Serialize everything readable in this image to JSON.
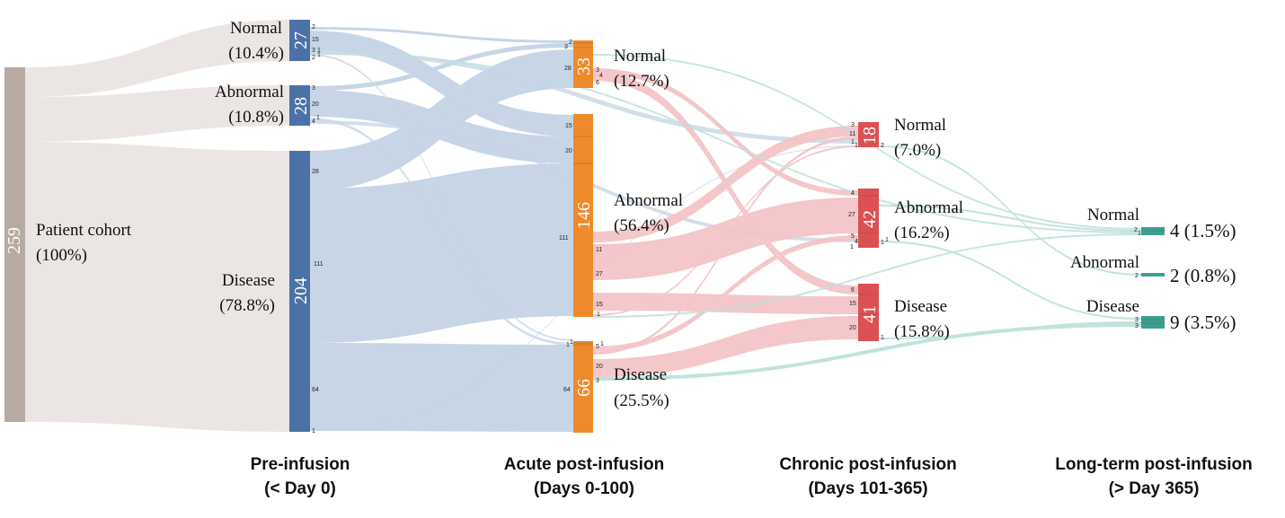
{
  "stages": [
    {
      "id": "pre",
      "line1": "Pre-infusion",
      "line2": "(< Day 0)"
    },
    {
      "id": "acute",
      "line1": "Acute post-infusion",
      "line2": "(Days 0-100)"
    },
    {
      "id": "chronic",
      "line1": "Chronic post-infusion",
      "line2": "(Days 101-365)"
    },
    {
      "id": "long",
      "line1": "Long-term post-infusion",
      "line2": "(> Day 365)"
    }
  ],
  "cohort": {
    "count": "259",
    "label": "Patient cohort",
    "pct": "(100%)"
  },
  "nodes": {
    "pre_normal": {
      "count": "27",
      "label": "Normal",
      "pct": "(10.4%)"
    },
    "pre_abnormal": {
      "count": "28",
      "label": "Abnormal",
      "pct": "(10.8%)"
    },
    "pre_disease": {
      "count": "204",
      "label": "Disease",
      "pct": "(78.8%)"
    },
    "acute_normal": {
      "count": "33",
      "label": "Normal",
      "pct": "(12.7%)"
    },
    "acute_abnormal": {
      "count": "146",
      "label": "Abnormal",
      "pct": "(56.4%)"
    },
    "acute_disease": {
      "count": "66",
      "label": "Disease",
      "pct": "(25.5%)"
    },
    "chronic_normal": {
      "count": "18",
      "label": "Normal",
      "pct": "(7.0%)"
    },
    "chronic_abnormal": {
      "count": "42",
      "label": "Abnormal",
      "pct": "(16.2%)"
    },
    "chronic_disease": {
      "count": "41",
      "label": "Disease",
      "pct": "(15.8%)"
    },
    "long_normal": {
      "label": "Normal",
      "value": "4 (1.5%)"
    },
    "long_abnormal": {
      "label": "Abnormal",
      "value": "2 (0.8%)"
    },
    "long_disease": {
      "label": "Disease",
      "value": "9 (3.5%)"
    }
  },
  "flow_labels": {
    "pre_normal_out": [
      "2",
      "15",
      "3",
      "1",
      "1",
      "2"
    ],
    "pre_abnormal_out": [
      "3",
      "20",
      "4",
      "1"
    ],
    "pre_disease_out": [
      "28",
      "111",
      "64",
      "1"
    ],
    "acute_normal_in": [
      "3",
      "2",
      "28"
    ],
    "acute_normal_out": [
      "3",
      "4",
      "6"
    ],
    "acute_abnormal_in": [
      "15",
      "20",
      "111"
    ],
    "acute_abnormal_out": [
      "11",
      "27",
      "15",
      "1"
    ],
    "acute_disease_in": [
      "1",
      "1",
      "64"
    ],
    "acute_disease_out": [
      "5",
      "1",
      "20",
      "3"
    ],
    "chronic_normal_in": [
      "3",
      "11",
      "1",
      "1"
    ],
    "chronic_normal_out": [
      "2"
    ],
    "chronic_abnormal_in": [
      "4",
      "27",
      "5",
      "4",
      "1"
    ],
    "chronic_abnormal_out": [
      "1",
      "1"
    ],
    "chronic_disease_in": [
      "6",
      "15",
      "20"
    ],
    "chronic_disease_out": [
      "1"
    ],
    "long_normal_in": [
      "2",
      "1"
    ],
    "long_abnormal_in": [
      "2"
    ],
    "long_disease_in": [
      "3",
      "3"
    ]
  },
  "colors": {
    "cohort_node": "#b6aaa3",
    "cohort_flow": "#ebe6e3",
    "pre_node": "#4a72a6",
    "pre_flow": "#c4d3e5",
    "acute_node": "#ef8a2c",
    "acute_flow": "#f4c3c6",
    "chronic_node": "#dc5054",
    "chronic_flow": "#bee1dc",
    "long_node": "#3aa093"
  }
}
